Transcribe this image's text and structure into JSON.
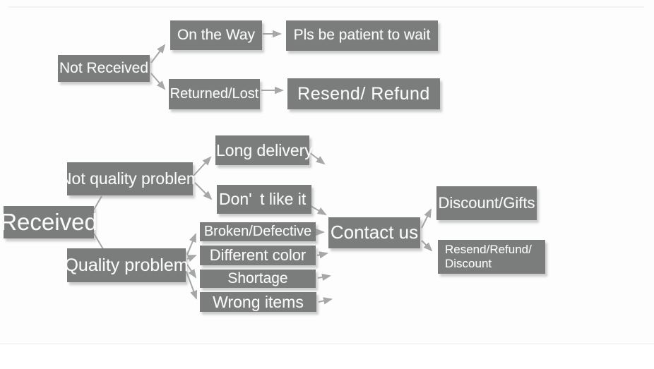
{
  "flowchart": {
    "title_semantic": "after-sale shipping decision flowchart",
    "colors": {
      "node_background": "#7b7c7c",
      "node_text": "#fafafa",
      "arrow": "#a6a7a7",
      "background": "#ffffff"
    },
    "nodes": {
      "not_received": {
        "label": "Not Received"
      },
      "on_the_way": {
        "label": "On the Way"
      },
      "pls_wait": {
        "label": "Pls be patient to wait"
      },
      "returned_lost": {
        "label": "Returned/Lost"
      },
      "resend_refund": {
        "label": "Resend/ Refund"
      },
      "received": {
        "label": "Received"
      },
      "not_quality_problem": {
        "label": "Not quality problem"
      },
      "quality_problem": {
        "label": "Quality problem"
      },
      "long_delivery": {
        "label": "Long delivery"
      },
      "dont_like_it": {
        "label": "Don' t like it"
      },
      "broken_defective": {
        "label": "Broken/Defective"
      },
      "different_color": {
        "label": "Different color"
      },
      "shortage": {
        "label": "Shortage"
      },
      "wrong_items": {
        "label": "Wrong items"
      },
      "contact_us": {
        "label": "Contact us"
      },
      "discount_gifts": {
        "label": "Discount/Gifts"
      },
      "resend_refund_discount": {
        "line1": "Resend/Refund/",
        "line2": "Discount"
      }
    }
  }
}
